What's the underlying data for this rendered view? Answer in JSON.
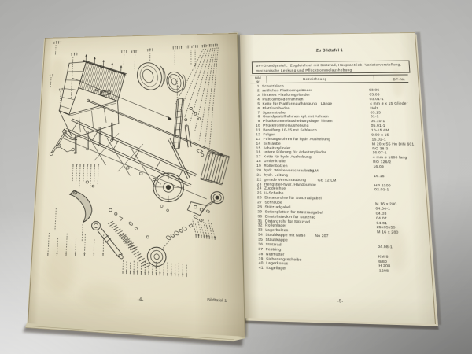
{
  "photo": {
    "colors": {
      "backdrop": "#c3c3c1",
      "page_left": "#e5dec4",
      "page_right": "#ece8d3",
      "ink": "#3a382f",
      "rule": "#4c4a40"
    }
  },
  "left_page": {
    "page_number": "-4-",
    "caption": "Bildtafel 1"
  },
  "right_page": {
    "title": "Zu Bildtafel 1",
    "intro_line1": "BP=Grundgestell,  Zugdeichsel mit Stützrad, Hauptantrieb, Variatorverstellung,",
    "intro_line2": "mechanische Lenkung und Pflücktrommelaushebung",
    "table": {
      "col_bild": "Bild",
      "col_nr": "Nr.",
      "col_bezeichnung": "Bezeichnung",
      "col_bp": "BP-Nr.",
      "rows": [
        {
          "nr": "1",
          "name": "Schutzblech",
          "note": "",
          "bp": ""
        },
        {
          "nr": "2",
          "name": "seitliches Plattformgeländer",
          "note": "",
          "bp": "03.06"
        },
        {
          "nr": "3",
          "name": "hinteres Plattformgeländer",
          "note": "",
          "bp": "03.06"
        },
        {
          "nr": "4",
          "name": "Plattformbodenrahmen",
          "note": "",
          "bp": "03.01-1"
        },
        {
          "nr": "5",
          "name": "Kette für Plattformaufhängung",
          "note": "Länge",
          "bp": "4 mm ø x 15 Glieder"
        },
        {
          "nr": "6",
          "name": "Plattformboden",
          "note": "",
          "bp": "Holz"
        },
        {
          "nr": "7",
          "name": "Spannstrebe",
          "note": "",
          "bp": "03.13"
        },
        {
          "nr": "8",
          "name": "Grundgestellrahmen kpl. mit Achsen",
          "note": "",
          "bp": "01-1"
        },
        {
          "nr": "9",
          "name": "Pflücktrommelaushebungslager hinten",
          "note": "",
          "bp": "05.10-1"
        },
        {
          "nr": "10",
          "name": "Pflücktrommelaushebung",
          "note": "",
          "bp": "05.01-1"
        },
        {
          "nr": "11",
          "name": "Bereifung 10-15 mit Schlauch",
          "note": "",
          "bp": "10-15 AM"
        },
        {
          "nr": "12",
          "name": "Felgen",
          "note": "",
          "bp": "9.00 x 15"
        },
        {
          "nr": "13",
          "name": "Führungsrohren für hydr. Aushebung",
          "note": "",
          "bp": "16.02-1"
        },
        {
          "nr": "14",
          "name": "Schraube",
          "note": "",
          "bp": "M 20 x 55 Hu DIN 601"
        },
        {
          "nr": "15",
          "name": "Arbeitszylinder",
          "note": "",
          "bp": "RO 38-3"
        },
        {
          "nr": "16",
          "name": "untere Führung für Arbeitszylinder",
          "note": "",
          "bp": "16.07-1"
        },
        {
          "nr": "17",
          "name": "Kette für hydr. Aushebung",
          "note": "",
          "bp": "4 mm ø 1600 lang"
        },
        {
          "nr": "18",
          "name": "Umlenkrolle",
          "note": "",
          "bp": "RO 126/2"
        },
        {
          "nr": "19",
          "name": "Rollenbolzen",
          "note": "",
          "bp": "16.09"
        },
        {
          "nr": "20",
          "name": "hydr. Winkelverschraubung",
          "note": "12 LM",
          "bp": ""
        },
        {
          "nr": "21",
          "name": "hydr. Leitung",
          "note": "",
          "bp": "16.15"
        },
        {
          "nr": "22",
          "name": "gerade Verschraubung",
          "note": "GE 12 LM",
          "bp": ""
        },
        {
          "nr": "23",
          "name": "Hengstler-hydr. Handpumpe",
          "note": "",
          "bp": "HP 2100"
        },
        {
          "nr": "24",
          "name": "Zugdeichsel",
          "note": "",
          "bp": "02.01-1"
        },
        {
          "nr": "25",
          "name": "U-Scheibe",
          "note": "",
          "bp": ""
        },
        {
          "nr": "26",
          "name": "Distanzrohre für Stützradgabel",
          "note": "",
          "bp": ""
        },
        {
          "nr": "27",
          "name": "Schraube",
          "note": "",
          "bp": "M 16 x 280"
        },
        {
          "nr": "28",
          "name": "Stützradgabel",
          "note": "",
          "bp": "04.04-1"
        },
        {
          "nr": "29",
          "name": "Seitenplatten für Stützradgabel",
          "note": "",
          "bp": "04.03"
        },
        {
          "nr": "30",
          "name": "Einstellstecker für Stützrad",
          "note": "",
          "bp": "04.07"
        },
        {
          "nr": "31",
          "name": "Distanzrohr für Stützrad",
          "note": "",
          "bp": "04.01"
        },
        {
          "nr": "32",
          "name": "Rollenlager",
          "note": "",
          "bp": "25x35x50"
        },
        {
          "nr": "33",
          "name": "Lagerbolzen",
          "note": "",
          "bp": "M 16 x 280"
        },
        {
          "nr": "34",
          "name": "Staubkappe mit Nase",
          "note": "No 207",
          "bp": ""
        },
        {
          "nr": "35",
          "name": "Staubkappe",
          "note": "",
          "bp": ""
        },
        {
          "nr": "36",
          "name": "Stützrad",
          "note": "",
          "bp": "04.08-1"
        },
        {
          "nr": "37",
          "name": "Festring",
          "note": "",
          "bp": ""
        },
        {
          "nr": "38",
          "name": "Nutmutter",
          "note": "",
          "bp": "KM 8"
        },
        {
          "nr": "39",
          "name": "Sicherungsscheibe",
          "note": "",
          "bp": "8/80"
        },
        {
          "nr": "40",
          "name": "Lagerkonus",
          "note": "",
          "bp": "H 208"
        },
        {
          "nr": "41",
          "name": "Kugellager",
          "note": "",
          "bp": "1208"
        }
      ]
    },
    "page_number": "-5-"
  }
}
